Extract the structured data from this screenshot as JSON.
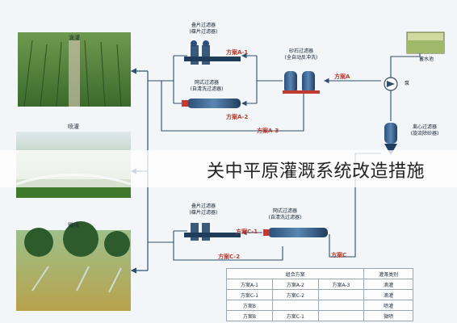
{
  "photos": [
    {
      "label": "滴灌"
    },
    {
      "label": "喷灌"
    },
    {
      "label": "微喷"
    }
  ],
  "filters_top": {
    "stack": "叠片过滤器\n(碟片过滤器)",
    "mesh": "网式过滤器\n(自清洗过滤器)",
    "sand": "砂石过滤器\n(全自动反冲洗)"
  },
  "filters_bottom": {
    "stack": "叠片过滤器\n(碟片过滤器)",
    "mesh": "网式过滤器\n(自清洗过滤器)"
  },
  "source": {
    "pool": "蓄水池",
    "pump": "泵",
    "centrifugal": "离心过滤器\n(旋流除砂器)"
  },
  "plans": {
    "a1": "方案A-1",
    "a2": "方案A-2",
    "a3": "方案A-3",
    "a": "方案A",
    "c1": "方案C-1",
    "c2": "方案C-2",
    "c": "方案C"
  },
  "legend": {
    "headers": [
      "组合方案",
      "灌溉类别"
    ],
    "rows": [
      {
        "combo": [
          "方案A-1",
          "方案A-2",
          "方案A-3"
        ],
        "type": "滴灌"
      },
      {
        "combo": [
          "方案C-1",
          "方案C-2",
          ""
        ],
        "type": "滴灌"
      },
      {
        "combo": [
          "方案B",
          "",
          ""
        ],
        "type": "喷灌"
      },
      {
        "combo": [
          "方案B",
          "方案C-1",
          ""
        ],
        "type": "微喷"
      }
    ]
  },
  "banner": "关中平原灌溉系统改造措施"
}
